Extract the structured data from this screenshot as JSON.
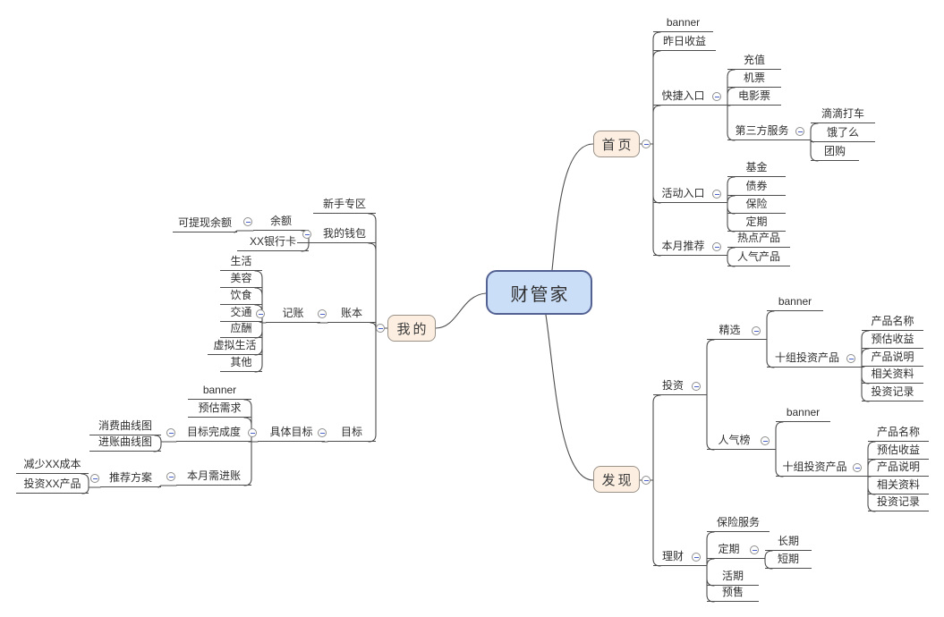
{
  "title": "财管家",
  "colors": {
    "center_fill": "#cbdef8",
    "center_border": "#526192",
    "branch_fill": "#fcefe2",
    "branch_border": "#9a9188",
    "line": "#4d4d4d",
    "collapse_minus": "#4a62c8",
    "text": "#2f2f2f"
  },
  "nodes": {
    "center": "财管家",
    "shouye": "首页",
    "wode": "我的",
    "faxian": "发现",
    "banner1": "banner",
    "zuori": "昨日收益",
    "kuaijie": "快捷入口",
    "chongzhi": "充值",
    "jipiao": "机票",
    "dianying": "电影票",
    "disanfang": "第三方服务",
    "didi": "滴滴打车",
    "ele": "饿了么",
    "tuangou": "团购",
    "huodong": "活动入口",
    "jijin": "基金",
    "zhaiquan": "债券",
    "baoxian": "保险",
    "dingqi1": "定期",
    "benyue": "本月推荐",
    "redian": "热点产品",
    "renqi": "人气产品",
    "xinshou": "新手专区",
    "qianbao": "我的钱包",
    "yue": "余额",
    "ketixian": "可提现余额",
    "yinhangka": "XX银行卡",
    "zhangben": "账本",
    "jizhang": "记账",
    "shenghuo": "生活",
    "meirong": "美容",
    "yinshi": "饮食",
    "jiaotong": "交通",
    "yingchou": "应酬",
    "xuni": "虚拟生活",
    "qita": "其他",
    "mubiao": "目标",
    "juti": "具体目标",
    "banner2": "banner",
    "yugu": "预估需求",
    "wanchengdu": "目标完成度",
    "xiaofei": "消费曲线图",
    "jinzhang": "进账曲线图",
    "benyuejin": "本月需进账",
    "tuijian": "推荐方案",
    "jianshao": "减少XX成本",
    "touziXX": "投资XX产品",
    "touzi": "投资",
    "jingxuan": "精选",
    "banner3": "banner",
    "shizu1": "十组投资产品",
    "cp1": "产品名称",
    "cp2": "预估收益",
    "cp3": "产品说明",
    "cp4": "相关资料",
    "cp5": "投资记录",
    "renqibang": "人气榜",
    "banner4": "banner",
    "shizu2": "十组投资产品",
    "cq1": "产品名称",
    "cq2": "预估收益",
    "cq3": "产品说明",
    "cq4": "相关资料",
    "cq5": "投资记录",
    "licai": "理财",
    "bxfuwu": "保险服务",
    "dingqi2": "定期",
    "changqi": "长期",
    "duanqi": "短期",
    "huoqi": "活期",
    "yushou": "预售"
  },
  "hierarchy": {
    "id": "center",
    "children": [
      {
        "id": "shouye",
        "children": [
          {
            "id": "banner1"
          },
          {
            "id": "zuori"
          },
          {
            "id": "kuaijie",
            "children": [
              {
                "id": "chongzhi"
              },
              {
                "id": "jipiao"
              },
              {
                "id": "dianying"
              },
              {
                "id": "disanfang",
                "children": [
                  {
                    "id": "didi"
                  },
                  {
                    "id": "ele"
                  },
                  {
                    "id": "tuangou"
                  }
                ]
              }
            ]
          },
          {
            "id": "huodong",
            "children": [
              {
                "id": "jijin"
              },
              {
                "id": "zhaiquan"
              },
              {
                "id": "baoxian"
              },
              {
                "id": "dingqi1"
              }
            ]
          },
          {
            "id": "benyue",
            "children": [
              {
                "id": "redian"
              },
              {
                "id": "renqi"
              }
            ]
          }
        ]
      },
      {
        "id": "wode",
        "children": [
          {
            "id": "xinshou"
          },
          {
            "id": "qianbao",
            "children": [
              {
                "id": "yue",
                "children": [
                  {
                    "id": "ketixian"
                  }
                ]
              },
              {
                "id": "yinhangka"
              }
            ]
          },
          {
            "id": "zhangben",
            "children": [
              {
                "id": "jizhang",
                "children": [
                  {
                    "id": "shenghuo"
                  },
                  {
                    "id": "meirong"
                  },
                  {
                    "id": "yinshi"
                  },
                  {
                    "id": "jiaotong"
                  },
                  {
                    "id": "yingchou"
                  },
                  {
                    "id": "xuni"
                  },
                  {
                    "id": "qita"
                  }
                ]
              }
            ]
          },
          {
            "id": "mubiao",
            "children": [
              {
                "id": "juti",
                "children": [
                  {
                    "id": "banner2"
                  },
                  {
                    "id": "yugu"
                  },
                  {
                    "id": "wanchengdu",
                    "children": [
                      {
                        "id": "xiaofei"
                      },
                      {
                        "id": "jinzhang"
                      }
                    ]
                  },
                  {
                    "id": "benyuejin",
                    "children": [
                      {
                        "id": "tuijian",
                        "children": [
                          {
                            "id": "jianshao"
                          },
                          {
                            "id": "touziXX"
                          }
                        ]
                      }
                    ]
                  }
                ]
              }
            ]
          }
        ]
      },
      {
        "id": "faxian",
        "children": [
          {
            "id": "touzi",
            "children": [
              {
                "id": "jingxuan",
                "children": [
                  {
                    "id": "banner3"
                  },
                  {
                    "id": "shizu1",
                    "children": [
                      {
                        "id": "cp1"
                      },
                      {
                        "id": "cp2"
                      },
                      {
                        "id": "cp3"
                      },
                      {
                        "id": "cp4"
                      },
                      {
                        "id": "cp5"
                      }
                    ]
                  }
                ]
              },
              {
                "id": "renqibang",
                "children": [
                  {
                    "id": "banner4"
                  },
                  {
                    "id": "shizu2",
                    "children": [
                      {
                        "id": "cq1"
                      },
                      {
                        "id": "cq2"
                      },
                      {
                        "id": "cq3"
                      },
                      {
                        "id": "cq4"
                      },
                      {
                        "id": "cq5"
                      }
                    ]
                  }
                ]
              }
            ]
          },
          {
            "id": "licai",
            "children": [
              {
                "id": "bxfuwu"
              },
              {
                "id": "dingqi2",
                "children": [
                  {
                    "id": "changqi"
                  },
                  {
                    "id": "duanqi"
                  }
                ]
              },
              {
                "id": "huoqi"
              },
              {
                "id": "yushou"
              }
            ]
          }
        ]
      }
    ]
  }
}
